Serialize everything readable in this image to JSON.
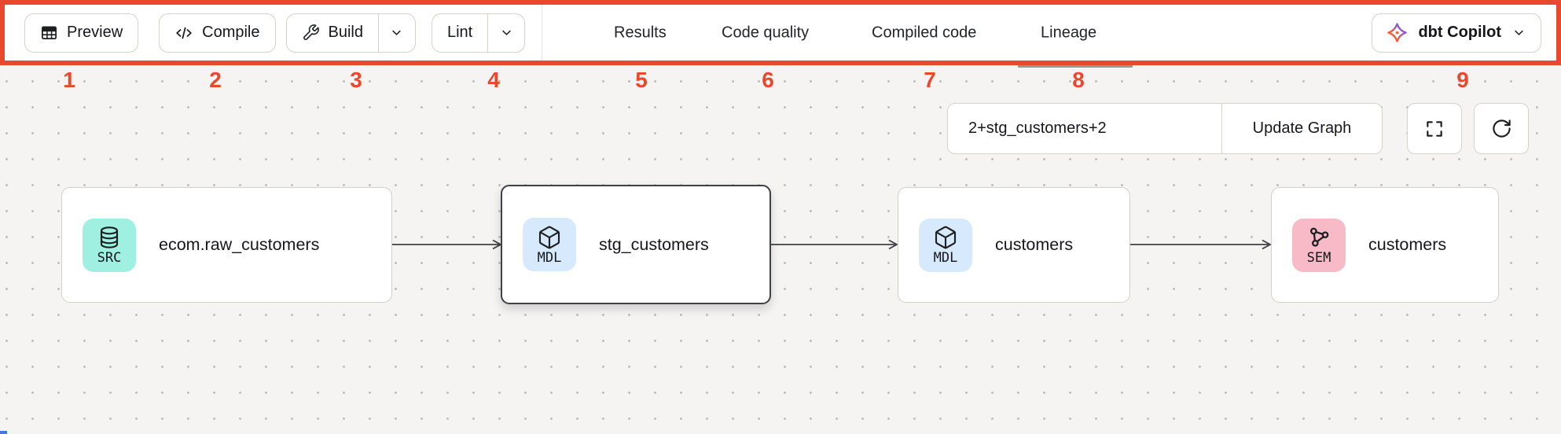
{
  "toolbar": {
    "buttons": [
      {
        "label": "Preview",
        "icon": "table-icon",
        "dropdown": false
      },
      {
        "label": "Compile",
        "icon": "code-icon",
        "dropdown": false
      },
      {
        "label": "Build",
        "icon": "wrench-icon",
        "dropdown": true
      },
      {
        "label": "Lint",
        "icon": null,
        "dropdown": true
      }
    ],
    "tabs": [
      {
        "label": "Results",
        "active": false
      },
      {
        "label": "Code quality",
        "active": false
      },
      {
        "label": "Compiled code",
        "active": false
      },
      {
        "label": "Lineage",
        "active": true
      }
    ],
    "copilot_button": {
      "label": "dbt Copilot",
      "icon": "dbt-logo-icon",
      "dropdown": true
    }
  },
  "annotations": {
    "numbers": [
      "1",
      "2",
      "3",
      "4",
      "5",
      "6",
      "7",
      "8",
      "9"
    ],
    "color": "#e8482b"
  },
  "graph_controls": {
    "selector_value": "2+stg_customers+2",
    "update_button_label": "Update Graph",
    "icon_buttons": [
      "fullscreen-icon",
      "refresh-icon"
    ]
  },
  "lineage": {
    "nodes": [
      {
        "type": "source",
        "badge": "SRC",
        "icon": "database-icon",
        "name": "ecom.raw_customers",
        "selected": false,
        "badge_color": "#9ff0e1"
      },
      {
        "type": "model",
        "badge": "MDL",
        "icon": "cube-icon",
        "name": "stg_customers",
        "selected": true,
        "badge_color": "#d7e9fc"
      },
      {
        "type": "model",
        "badge": "MDL",
        "icon": "cube-icon",
        "name": "customers",
        "selected": false,
        "badge_color": "#d7e9fc"
      },
      {
        "type": "semantic_model",
        "badge": "SEM",
        "icon": "semantic-model-icon",
        "name": "customers",
        "selected": false,
        "badge_color": "#f7bac6"
      }
    ],
    "edges": [
      {
        "from": "ecom.raw_customers",
        "to": "stg_customers"
      },
      {
        "from": "stg_customers",
        "to": "customers"
      },
      {
        "from": "customers",
        "to": "customers (semantic)"
      }
    ]
  },
  "colors": {
    "annotation_red": "#e8482b",
    "tab_underline_gray": "#9b9893",
    "canvas_bg": "#f5f4f3",
    "edge": "#3f4145",
    "bottom_fragment_blue": "#4778d9",
    "dbt_logo_orange": "#ff5c35",
    "dbt_logo_purple": "#7a5af5"
  }
}
